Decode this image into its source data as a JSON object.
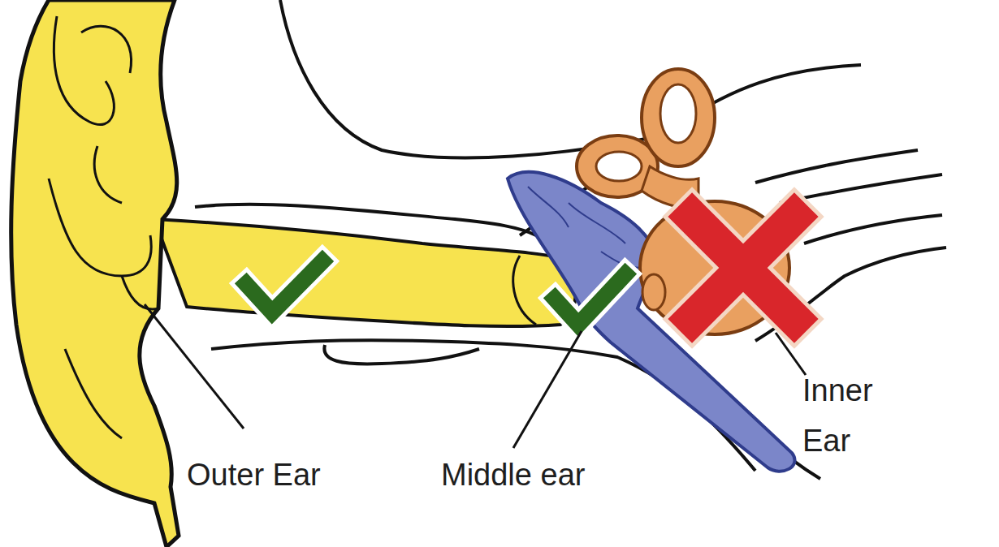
{
  "diagram": {
    "labels": [
      "Outer Ear",
      "Middle ear",
      "Inner Ear"
    ]
  }
}
